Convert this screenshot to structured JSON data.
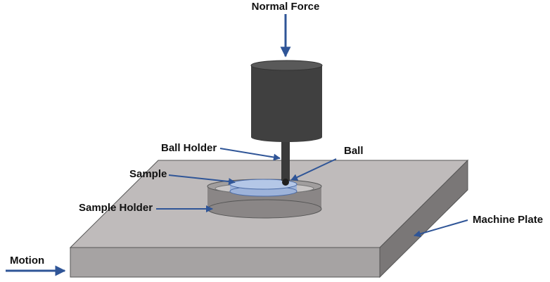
{
  "labels": {
    "normal_force": "Normal Force",
    "ball_holder": "Ball Holder",
    "ball": "Ball",
    "sample": "Sample",
    "sample_holder": "Sample Holder",
    "machine_plate": "Machine Plate",
    "motion": "Motion"
  },
  "colors": {
    "arrow": "#2f5597",
    "cylinder": "#404040",
    "plate_top": "#bfbbbb",
    "plate_front": "#a6a3a3",
    "plate_side": "#7a7777",
    "sample": "#b4c7e7",
    "holder": "#8a8686"
  }
}
